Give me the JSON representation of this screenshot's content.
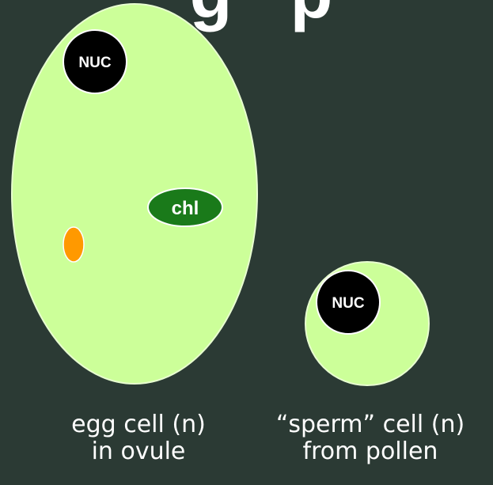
{
  "header_fragment": "g   p",
  "colors": {
    "background": "#2b3a34",
    "cell_fill": "#ccff99",
    "nucleus": "#000000",
    "chloroplast": "#1a7a1a",
    "plastid": "#ff9900",
    "text": "#ffffff"
  },
  "egg_cell": {
    "nucleus_label": "NUC",
    "chloroplast_label": "chl",
    "caption_line1": "egg cell (n)",
    "caption_line2": "in ovule"
  },
  "sperm_cell": {
    "nucleus_label": "NUC",
    "caption_line1": "“sperm” cell (n)",
    "caption_line2": "from pollen"
  }
}
